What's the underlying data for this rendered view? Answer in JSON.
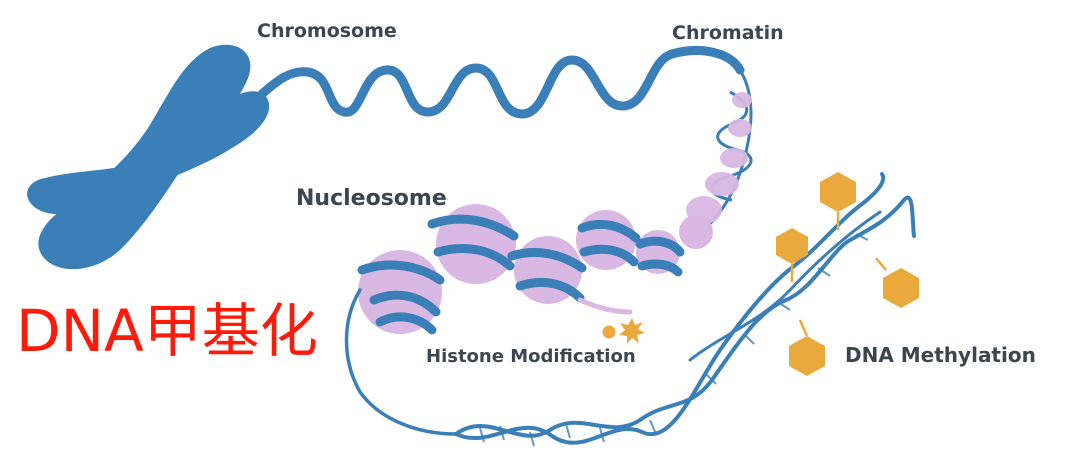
{
  "labels": {
    "chromosome": "Chromosome",
    "chromatin": "Chromatin",
    "nucleosome": "Nucleosome",
    "histone_modification": "Histone Modification",
    "dna_methylation": "DNA Methylation"
  },
  "overlay_title": "DNA甲基化",
  "colors": {
    "dna_blue": "#3a7fb8",
    "histone_purple": "#d9b8e3",
    "methyl_orange": "#e9a93c",
    "label_gray": "#3d4650",
    "overlay_red": "#ff1a0a"
  }
}
